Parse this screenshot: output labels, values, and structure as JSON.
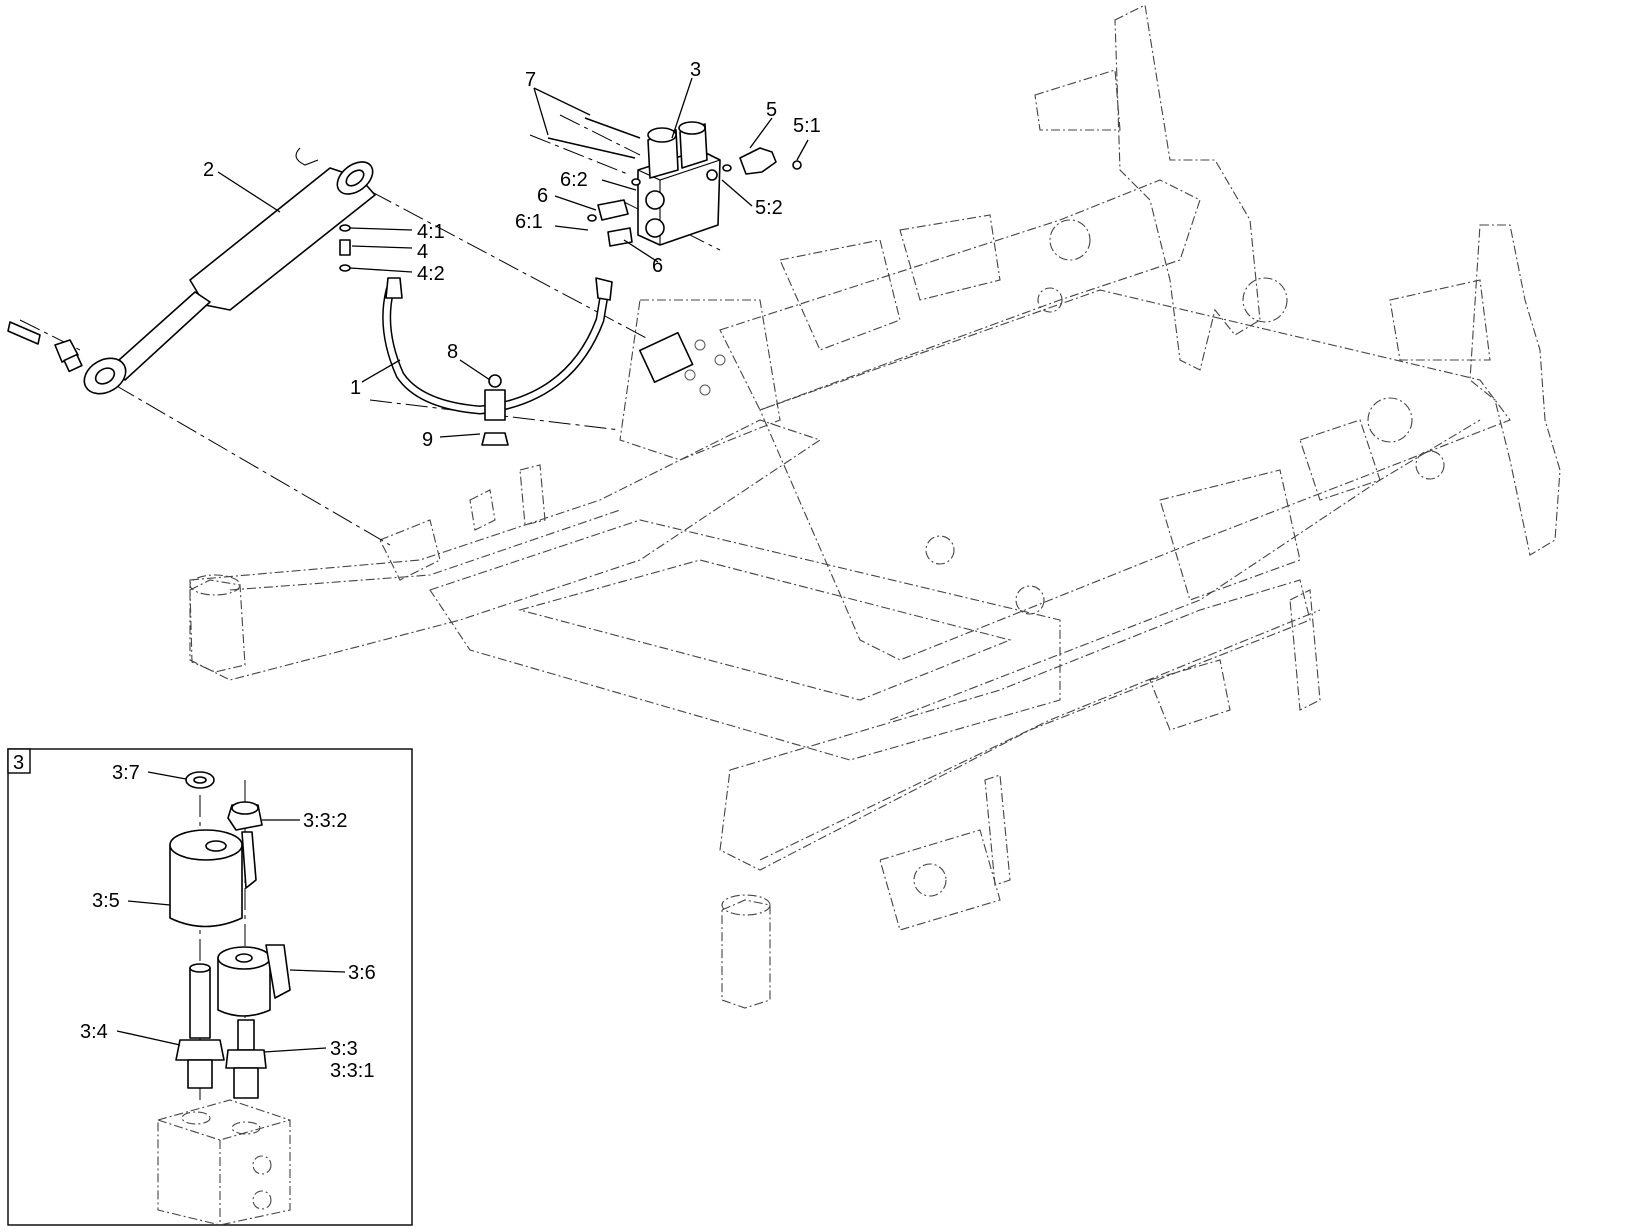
{
  "callouts": {
    "c1": "1",
    "c2": "2",
    "c3": "3",
    "c4": "4",
    "c4_1": "4:1",
    "c4_2": "4:2",
    "c5": "5",
    "c5_1": "5:1",
    "c5_2": "5:2",
    "c6_top": "6",
    "c6_bottom": "6",
    "c6_1": "6:1",
    "c6_2": "6:2",
    "c7": "7",
    "c8": "8",
    "c9": "9"
  },
  "inset": {
    "tag": "3",
    "callouts": {
      "c3_7": "3:7",
      "c3_3_2": "3:3:2",
      "c3_5": "3:5",
      "c3_6": "3:6",
      "c3_4": "3:4",
      "c3_3": "3:3",
      "c3_3_1": "3:3:1"
    }
  }
}
